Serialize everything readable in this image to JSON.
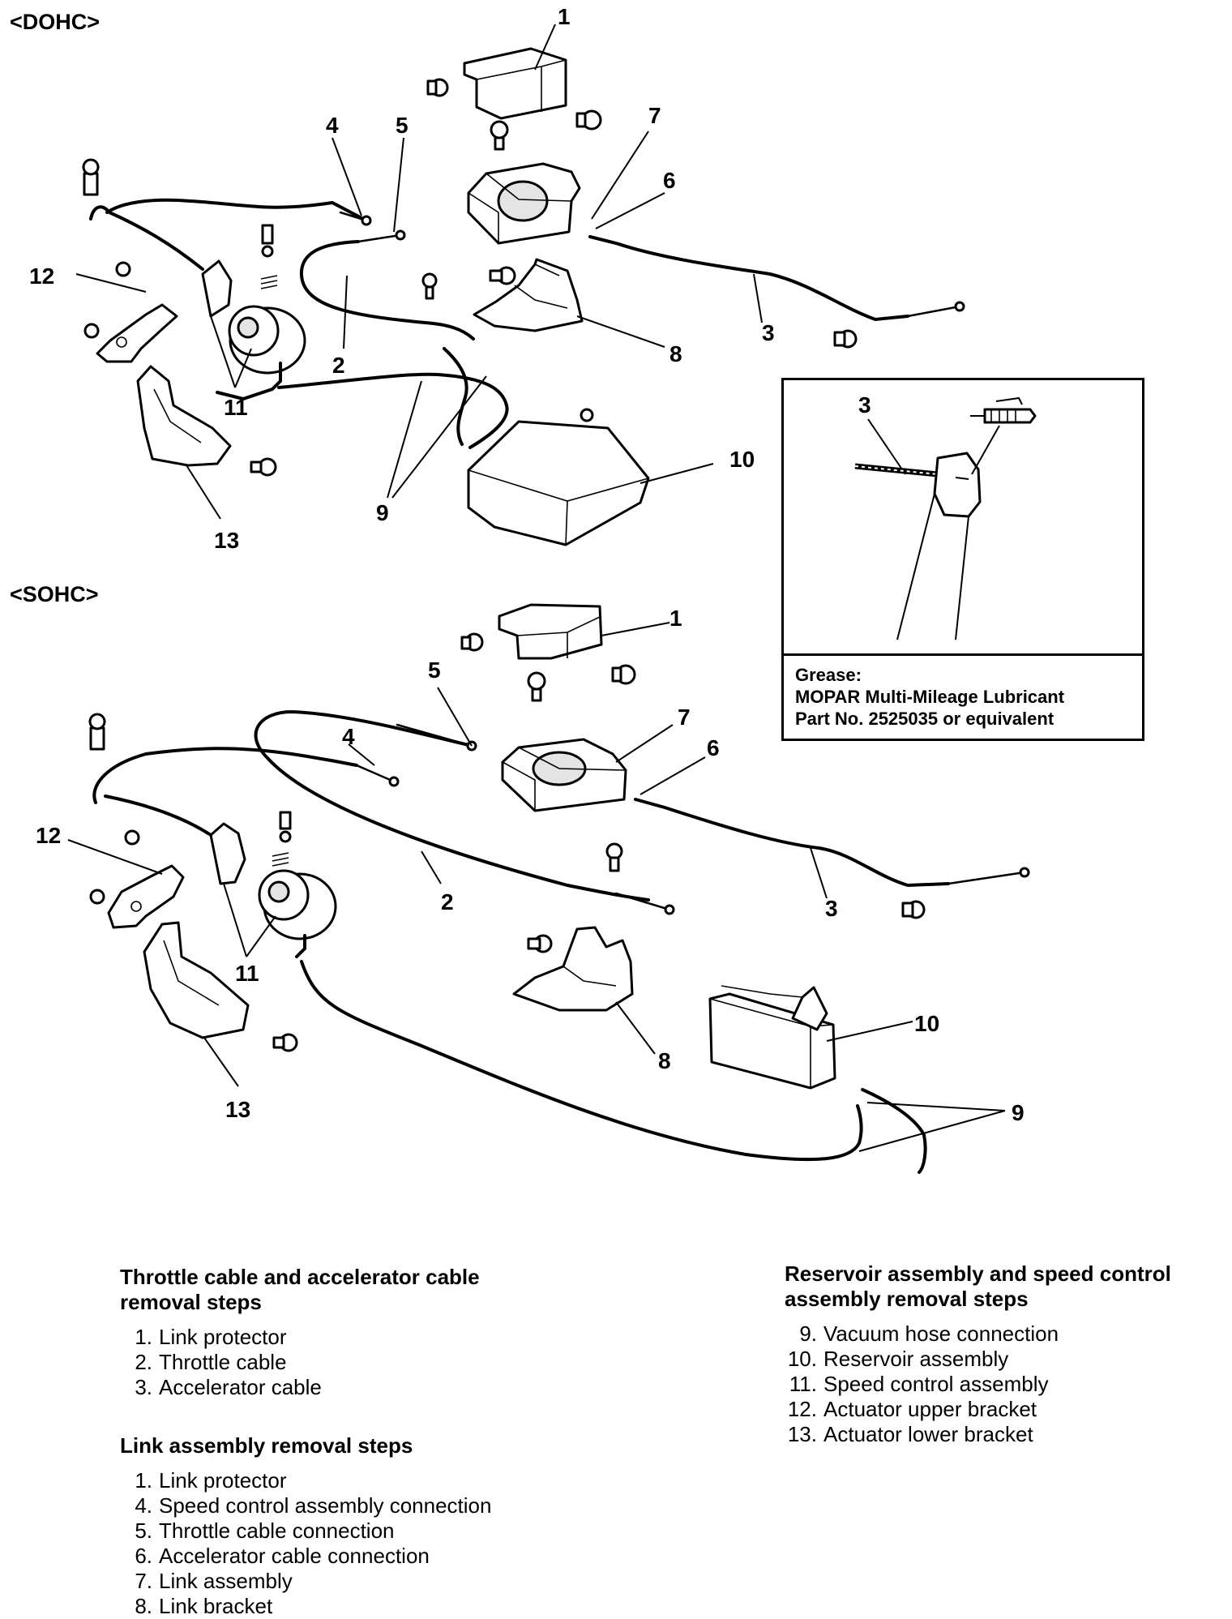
{
  "headings": {
    "dohc": "<DOHC>",
    "sohc": "<SOHC>"
  },
  "callouts": [
    "1",
    "2",
    "3",
    "4",
    "5",
    "6",
    "7",
    "8",
    "9",
    "10",
    "11",
    "12",
    "13"
  ],
  "inset": {
    "callout": "3",
    "note_lines": [
      "Grease:",
      "MOPAR Multi-Mileage Lubricant",
      "Part No. 2525035 or equivalent"
    ]
  },
  "steps": {
    "throttle": {
      "title_lines": [
        "Throttle cable and accelerator cable",
        "removal steps"
      ],
      "items": [
        {
          "n": "1.",
          "text": "Link protector"
        },
        {
          "n": "2.",
          "text": "Throttle cable"
        },
        {
          "n": "3.",
          "text": "Accelerator cable"
        }
      ]
    },
    "link": {
      "title": "Link assembly removal steps",
      "items": [
        {
          "n": "1.",
          "text": "Link protector"
        },
        {
          "n": "4.",
          "text": "Speed control assembly connection"
        },
        {
          "n": "5.",
          "text": "Throttle cable connection"
        },
        {
          "n": "6.",
          "text": "Accelerator cable connection"
        },
        {
          "n": "7.",
          "text": "Link assembly"
        },
        {
          "n": "8.",
          "text": "Link bracket"
        }
      ]
    },
    "reservoir": {
      "title_lines": [
        "Reservoir assembly and speed control",
        "assembly removal steps"
      ],
      "items": [
        {
          "n": "9.",
          "text": "Vacuum hose connection"
        },
        {
          "n": "10.",
          "text": "Reservoir assembly"
        },
        {
          "n": "11.",
          "text": "Speed control assembly"
        },
        {
          "n": "12.",
          "text": "Actuator upper bracket"
        },
        {
          "n": "13.",
          "text": "Actuator lower bracket"
        }
      ]
    }
  }
}
